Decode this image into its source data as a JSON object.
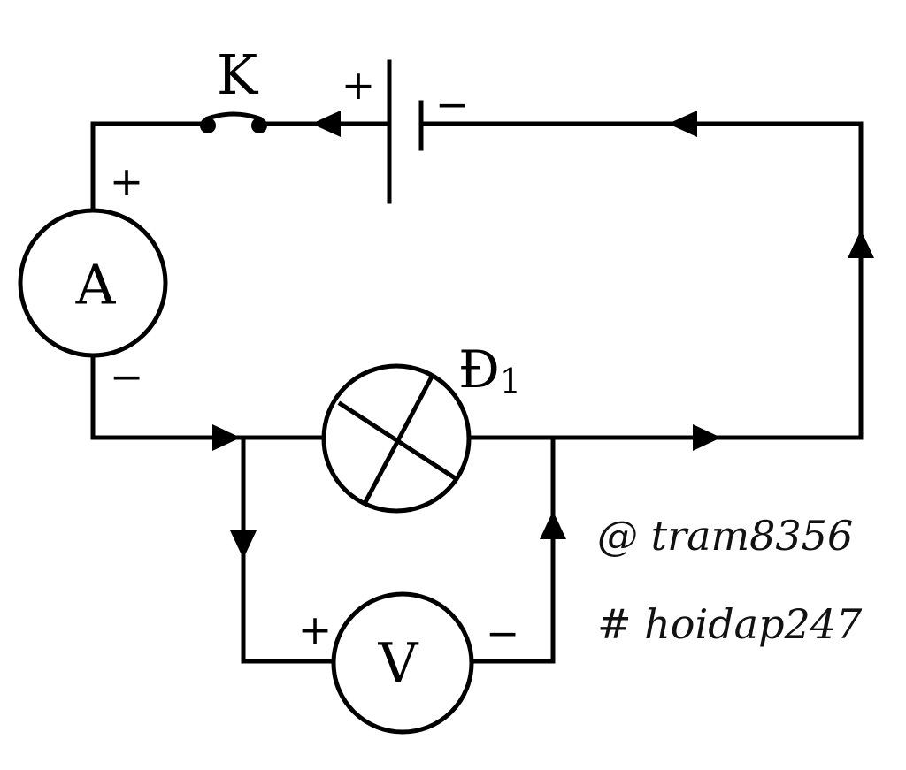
{
  "diagram": {
    "switch_label": "K",
    "battery": {
      "plus": "+",
      "minus": "−"
    },
    "ammeter": {
      "label": "A",
      "plus": "+",
      "minus": "−"
    },
    "lamp": {
      "label": "Đ",
      "subscript": "1"
    },
    "voltmeter": {
      "label": "V",
      "plus": "+",
      "minus": "−"
    }
  },
  "watermark": {
    "author": "@ tram8356",
    "tag": "# hoidap247"
  }
}
